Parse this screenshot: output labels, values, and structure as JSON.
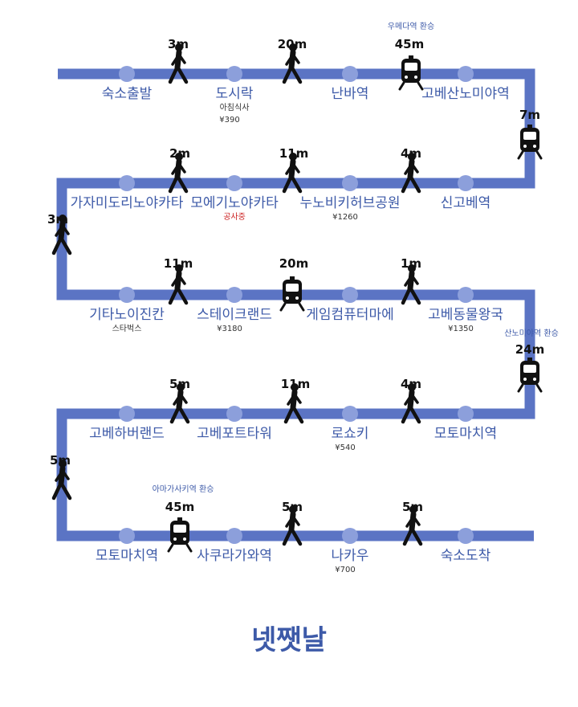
{
  "colors": {
    "route": "#5b74c4",
    "stop": "#8c9fdb",
    "text": "#3d5aa8",
    "note_red": "#cc2222"
  },
  "title": "넷쨋날",
  "stops": [
    {
      "label": "숙소출발"
    },
    {
      "label": "도시락",
      "sub": "아침식사",
      "price": "¥390"
    },
    {
      "label": "난바역"
    },
    {
      "label": "고베산노미야역"
    },
    {
      "label": "신고베역"
    },
    {
      "label": "누노비키허브공원",
      "price": "¥1260"
    },
    {
      "label": "모에기노야카타",
      "note": "공사중"
    },
    {
      "label": "가자미도리노야카타"
    },
    {
      "label": "기타노이진칸",
      "sub": "스타벅스"
    },
    {
      "label": "스테이크랜드",
      "price": "¥3180"
    },
    {
      "label": "게임컴퓨터마에"
    },
    {
      "label": "고베동물왕국",
      "price": "¥1350"
    },
    {
      "label": "모토마치역"
    },
    {
      "label": "로쇼키",
      "price": "¥540"
    },
    {
      "label": "고베포트타워"
    },
    {
      "label": "고베하버랜드"
    },
    {
      "label": "모토마치역"
    },
    {
      "label": "사쿠라가와역"
    },
    {
      "label": "나카우",
      "price": "¥700"
    },
    {
      "label": "숙소도착"
    }
  ],
  "legs": [
    {
      "mode": "walk",
      "time": "3m"
    },
    {
      "mode": "walk",
      "time": "20m"
    },
    {
      "mode": "train",
      "time": "45m",
      "transfer": "우메다역 환승"
    },
    {
      "mode": "train",
      "time": "7m"
    },
    {
      "mode": "walk",
      "time": "4m"
    },
    {
      "mode": "walk",
      "time": "11m"
    },
    {
      "mode": "walk",
      "time": "2m"
    },
    {
      "mode": "walk",
      "time": "3m"
    },
    {
      "mode": "walk",
      "time": "11m"
    },
    {
      "mode": "train",
      "time": "20m"
    },
    {
      "mode": "walk",
      "time": "1m"
    },
    {
      "mode": "train",
      "time": "24m",
      "transfer": "산노미야역 환승"
    },
    {
      "mode": "walk",
      "time": "4m"
    },
    {
      "mode": "walk",
      "time": "11m"
    },
    {
      "mode": "walk",
      "time": "5m"
    },
    {
      "mode": "walk",
      "time": "5m"
    },
    {
      "mode": "train",
      "time": "45m",
      "transfer": "아마가사키역 환승"
    },
    {
      "mode": "walk",
      "time": "5m"
    },
    {
      "mode": "walk",
      "time": "5m"
    }
  ]
}
